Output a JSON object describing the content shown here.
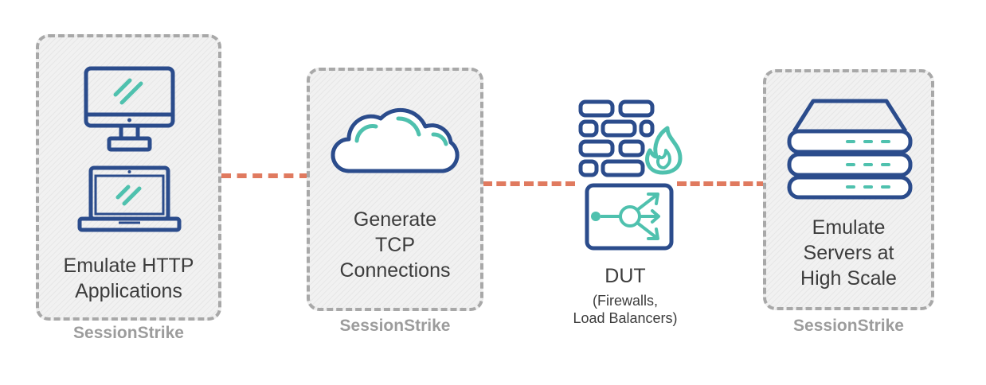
{
  "colors": {
    "navy": "#2b4c8c",
    "teal": "#4fc1ae",
    "connector": "#e07a5f",
    "border": "#a8a8a8",
    "brand_gray": "#9c9c9c"
  },
  "nodes": [
    {
      "label_lines": [
        "Emulate HTTP",
        "Applications"
      ],
      "brand": "SessionStrike",
      "icons": [
        "desktop-monitor-icon",
        "laptop-icon"
      ]
    },
    {
      "label_lines": [
        "Generate",
        "TCP",
        "Connections"
      ],
      "brand": "SessionStrike",
      "icons": [
        "cloud-icon"
      ]
    },
    {
      "label_lines": [
        "DUT"
      ],
      "sub_lines": [
        "(Firewalls,",
        "Load Balancers)"
      ],
      "icons": [
        "firewall-icon",
        "load-balancer-icon"
      ]
    },
    {
      "label_lines": [
        "Emulate",
        "Servers at",
        "High Scale"
      ],
      "brand": "SessionStrike",
      "icons": [
        "server-stack-icon"
      ]
    }
  ]
}
